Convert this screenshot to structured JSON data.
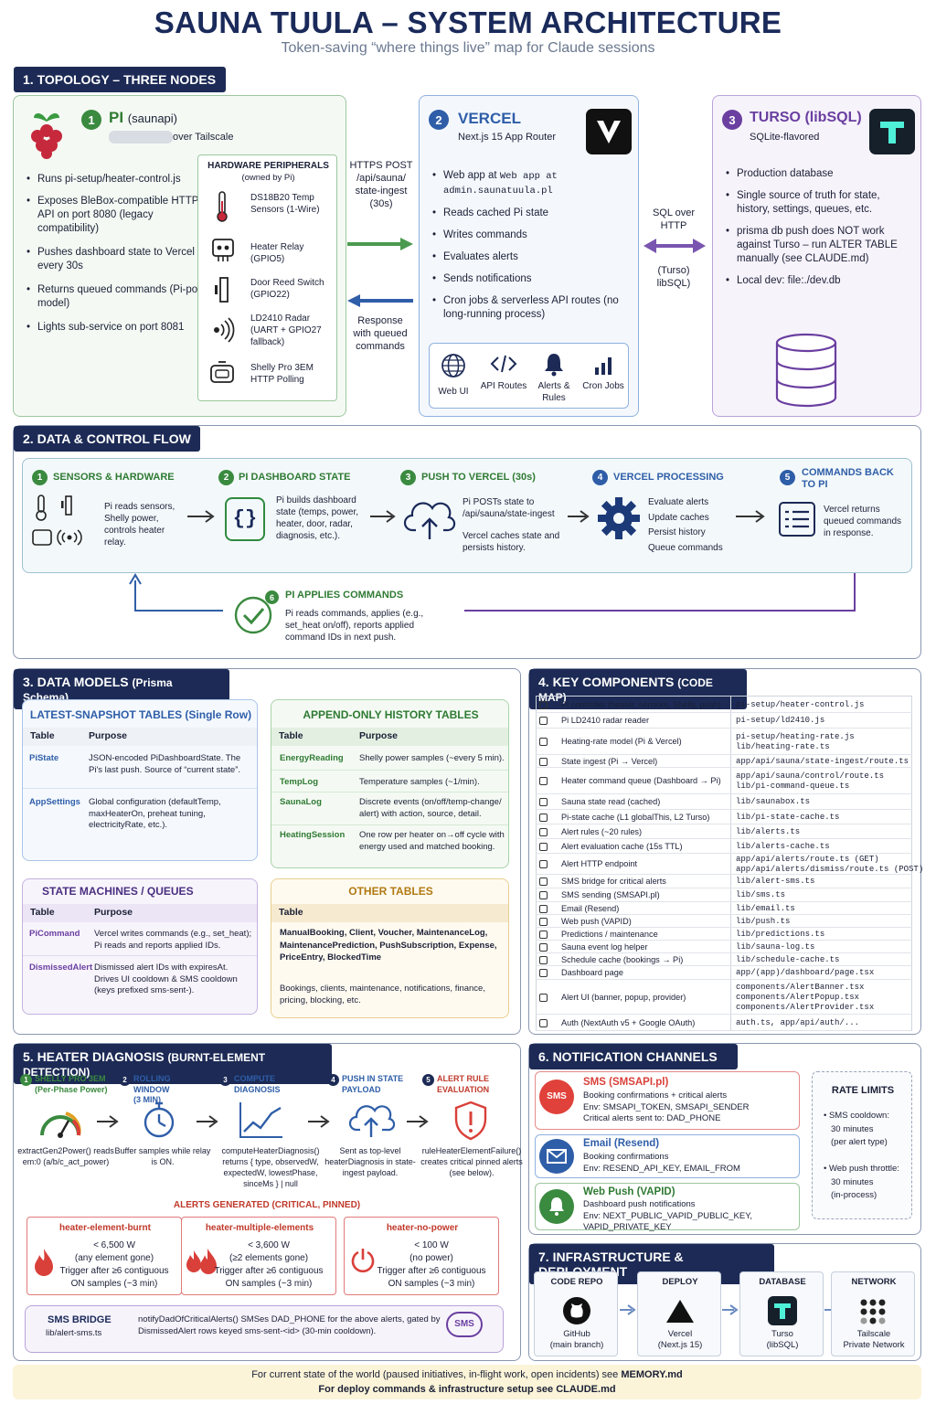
{
  "title": "SAUNA TUULA – SYSTEM ARCHITECTURE",
  "subtitle": "Token-saving “where things live” map for Claude sessions",
  "s1": {
    "header": "1. TOPOLOGY – THREE NODES",
    "pi": {
      "num": "1",
      "name": "PI",
      "host": "(saunapi)",
      "via": "over Tailscale",
      "bullets": [
        "Runs pi-setup/heater-control.js",
        "Exposes BleBox-compatible HTTP API on port 8080 (legacy compatibility)",
        "Pushes dashboard state to Vercel every 30s",
        "Returns queued commands (Pi-poll model)",
        "Lights sub-service on port 8081"
      ],
      "hw_title": "HARDWARE PERIPHERALS",
      "hw_sub": "(owned by Pi)",
      "hw": [
        {
          "icon": "thermometer-icon",
          "text": "DS18B20 Temp Sensors (1-Wire)"
        },
        {
          "icon": "relay-icon",
          "text": "Heater Relay (GPIO5)"
        },
        {
          "icon": "door-icon",
          "text": "Door Reed Switch (GPIO22)"
        },
        {
          "icon": "radar-icon",
          "text": "LD2410 Radar (UART + GPIO27 fallback)"
        },
        {
          "icon": "shelly-icon",
          "text": "Shelly Pro 3EM HTTP Polling"
        }
      ]
    },
    "link1": {
      "top": "HTTPS POST /api/sauna/ state-ingest (30s)",
      "bottom": "Response with queued commands"
    },
    "vercel": {
      "num": "2",
      "name": "VERCEL",
      "sub": "Next.js 15 App Router",
      "bullets": [
        "Web app at admin.saunatuula.pl",
        "Reads cached Pi state",
        "Writes commands",
        "Evaluates alerts",
        "Sends notifications",
        "Cron jobs & serverless API routes (no long-running process)"
      ],
      "icons": [
        {
          "icon": "globe-icon",
          "label": "Web UI"
        },
        {
          "icon": "code-icon",
          "label": "API Routes"
        },
        {
          "icon": "bell-icon",
          "label": "Alerts & Rules"
        },
        {
          "icon": "chart-icon",
          "label": "Cron Jobs"
        }
      ]
    },
    "link2": {
      "top": "SQL over HTTP",
      "bottom": "(Turso) libSQL)"
    },
    "turso": {
      "num": "3",
      "name": "TURSO",
      "tag": "(libSQL)",
      "sub": "SQLite-flavored",
      "bullets": [
        "Production database",
        "Single source of truth for state, history, settings, queues, etc.",
        "prisma db push does NOT work against Turso – run ALTER TABLE manually (see CLAUDE.md)",
        "Local dev: file:./dev.db"
      ]
    }
  },
  "s2": {
    "header": "2. DATA & CONTROL FLOW",
    "steps": [
      {
        "num": "1",
        "title": "SENSORS & HARDWARE",
        "text": "Pi reads sensors, Shelly power, controls heater relay."
      },
      {
        "num": "2",
        "title": "PI DASHBOARD STATE",
        "text": "Pi builds dashboard state (temps, power, heater, door, radar, diagnosis, etc.)."
      },
      {
        "num": "3",
        "title": "PUSH TO VERCEL (30s)",
        "text": "Pi POSTs state to /api/sauna/state-ingest",
        "text2": "Vercel caches state and persists history."
      },
      {
        "num": "4",
        "title": "VERCEL PROCESSING",
        "lines": [
          "Evaluate alerts",
          "Update caches",
          "Persist history",
          "Queue commands"
        ]
      },
      {
        "num": "5",
        "title": "COMMANDS BACK TO PI",
        "text": "Vercel returns queued commands in response."
      }
    ],
    "step6": {
      "num": "6",
      "title": "PI APPLIES COMMANDS",
      "text": "Pi reads commands, applies (e.g., set_heat on/off), reports applied command IDs in next push."
    }
  },
  "s3": {
    "header": "3. DATA MODELS",
    "header_small": "(Prisma Schema)",
    "latest": {
      "title": "LATEST-SNAPSHOT TABLES (Single Row)",
      "cols": [
        "Table",
        "Purpose"
      ],
      "rows": [
        [
          "PiState",
          "JSON-encoded PiDashboardState. The Pi's last push. Source of “current state”."
        ],
        [
          "AppSettings",
          "Global configuration (defaultTemp, maxHeaterOn, preheat tuning, electricityRate, etc.)."
        ]
      ]
    },
    "append": {
      "title": "APPEND-ONLY HISTORY TABLES",
      "cols": [
        "Table",
        "Purpose"
      ],
      "rows": [
        [
          "EnergyReading",
          "Shelly power samples (~every 5 min)."
        ],
        [
          "TempLog",
          "Temperature samples (~1/min)."
        ],
        [
          "SaunaLog",
          "Discrete events (on/off/temp-change/ alert) with action, source, detail."
        ],
        [
          "HeatingSession",
          "One row per heater on→off cycle with energy used and matched booking."
        ]
      ]
    },
    "state": {
      "title": "STATE MACHINES / QUEUES",
      "cols": [
        "Table",
        "Purpose"
      ],
      "rows": [
        [
          "PiCommand",
          "Vercel writes commands (e.g., set_heat); Pi reads and reports applied IDs."
        ],
        [
          "DismissedAlert",
          "Dismissed alert IDs with expiresAt. Drives UI cooldown & SMS cooldown (keys prefixed sms-sent-)."
        ]
      ]
    },
    "other": {
      "title": "OTHER TABLES",
      "col": "Table",
      "list": "ManualBooking, Client, Voucher, MaintenanceLog, MaintenancePrediction, PushSubscription, Expense, PriceEntry, BlockedTime",
      "desc": "Bookings, clients, maintenance, notifications, finance, pricing, blocking, etc."
    }
  },
  "s4": {
    "header": "4. KEY COMPONENTS",
    "header_small": "(CODE MAP)",
    "rows": [
      [
        "Pi controller (heater, sensors, Shelly, push)",
        "pi-setup/heater-control.js"
      ],
      [
        "Pi LD2410 radar reader",
        "pi-setup/ld2410.js"
      ],
      [
        "Heating-rate model (Pi & Vercel)",
        "pi-setup/heating-rate.js\nlib/heating-rate.ts"
      ],
      [
        "State ingest (Pi → Vercel)",
        "app/api/sauna/state-ingest/route.ts"
      ],
      [
        "Heater command queue (Dashboard → Pi)",
        "app/api/sauna/control/route.ts\nlib/pi-command-queue.ts"
      ],
      [
        "Sauna state read (cached)",
        "lib/saunabox.ts"
      ],
      [
        "Pi-state cache (L1 globalThis, L2 Turso)",
        "lib/pi-state-cache.ts"
      ],
      [
        "Alert rules (~20 rules)",
        "lib/alerts.ts"
      ],
      [
        "Alert evaluation cache (15s TTL)",
        "lib/alerts-cache.ts"
      ],
      [
        "Alert HTTP endpoint",
        "app/api/alerts/route.ts (GET)\napp/api/alerts/dismiss/route.ts (POST)"
      ],
      [
        "SMS bridge for critical alerts",
        "lib/alert-sms.ts"
      ],
      [
        "SMS sending (SMSAPI.pl)",
        "lib/sms.ts"
      ],
      [
        "Email (Resend)",
        "lib/email.ts"
      ],
      [
        "Web push (VAPID)",
        "lib/push.ts"
      ],
      [
        "Predictions / maintenance",
        "lib/predictions.ts"
      ],
      [
        "Sauna event log helper",
        "lib/sauna-log.ts"
      ],
      [
        "Schedule cache (bookings → Pi)",
        "lib/schedule-cache.ts"
      ],
      [
        "Dashboard page",
        "app/(app)/dashboard/page.tsx"
      ],
      [
        "Alert UI (banner, popup, provider)",
        "components/AlertBanner.tsx\ncomponents/AlertPopup.tsx\ncomponents/AlertProvider.tsx"
      ],
      [
        "Auth (NextAuth v5 + Google OAuth)",
        "auth.ts, app/api/auth/..."
      ]
    ]
  },
  "s5": {
    "header": "5. HEATER DIAGNOSIS",
    "header_small": "(BURNT-ELEMENT DETECTION)",
    "steps": [
      {
        "num": "1",
        "title": "SHELLY PRO 3EM",
        "title2": "(Per-Phase Power)",
        "text": "extractGen2Power() reads em:0 (a/b/c_act_power)"
      },
      {
        "num": "2",
        "title": "ROLLING WINDOW",
        "title2": "(3 MIN)",
        "text": "Buffer samples while relay is ON."
      },
      {
        "num": "3",
        "title": "COMPUTE",
        "title2": "DIAGNOSIS",
        "text": "computeHeaterDiagnosis() returns { type, observedW, expectedW, lowestPhase, sinceMs } | null"
      },
      {
        "num": "4",
        "title": "PUSH IN STATE",
        "title2": "PAYLOAD",
        "text": "Sent as top-level heaterDiagnosis in state-ingest payload."
      },
      {
        "num": "5",
        "title": "ALERT RULE",
        "title2": "EVALUATION",
        "text": "ruleHeaterElementFailure() creates critical pinned alerts (see below)."
      }
    ],
    "alerts_title": "ALERTS GENERATED (CRITICAL, PINNED)",
    "alerts": [
      {
        "name": "heater-element-burnt",
        "lines": [
          "< 6,500 W",
          "(any element gone)",
          "Trigger after ≥6 contiguous",
          "ON samples (~3 min)"
        ]
      },
      {
        "name": "heater-multiple-elements",
        "lines": [
          "< 3,600 W",
          "(≥2 elements gone)",
          "Trigger after ≥6 contiguous",
          "ON samples (~3 min)"
        ]
      },
      {
        "name": "heater-no-power",
        "lines": [
          "< 100 W",
          "(no power)",
          "Trigger after ≥6 contiguous",
          "ON samples (~3 min)"
        ]
      }
    ],
    "bridge": {
      "title": "SMS BRIDGE",
      "file": "lib/alert-sms.ts",
      "text": "notifyDadOfCriticalAlerts() SMSes DAD_PHONE for the above alerts, gated by DismissedAlert rows keyed sms-sent-<id> (30-min cooldown).",
      "badge": "SMS"
    }
  },
  "s6": {
    "header": "6. NOTIFICATION CHANNELS",
    "channels": [
      {
        "title": "SMS (SMSAPI.pl)",
        "badge": "SMS",
        "lines": [
          "Booking confirmations + critical alerts",
          "Env: SMSAPI_TOKEN, SMSAPI_SENDER",
          "Critical alerts sent to: DAD_PHONE"
        ]
      },
      {
        "title": "Email (Resend)",
        "lines": [
          "Booking confirmations",
          "Env: RESEND_API_KEY, EMAIL_FROM"
        ]
      },
      {
        "title": "Web Push (VAPID)",
        "lines": [
          "Dashboard push notifications",
          "Env: NEXT_PUBLIC_VAPID_PUBLIC_KEY,",
          "VAPID_PRIVATE_KEY"
        ]
      }
    ],
    "rate": {
      "title": "RATE LIMITS",
      "items": [
        {
          "a": "SMS cooldown:",
          "b": "30 minutes",
          "c": "(per alert type)"
        },
        {
          "a": "Web push throttle:",
          "b": "30 minutes",
          "c": "(in-process)"
        }
      ]
    }
  },
  "s7": {
    "header": "7. INFRASTRUCTURE & DEPLOYMENT",
    "items": [
      {
        "h": "CODE REPO",
        "icon": "github-icon",
        "a": "GitHub",
        "b": "(main branch)"
      },
      {
        "h": "DEPLOY",
        "icon": "vercel-icon",
        "a": "Vercel",
        "b": "(Next.js 15)"
      },
      {
        "h": "DATABASE",
        "icon": "turso-icon",
        "a": "Turso",
        "b": "(libSQL)"
      },
      {
        "h": "NETWORK",
        "icon": "tailscale-icon",
        "a": "Tailscale",
        "b": "Private Network"
      }
    ]
  },
  "footer": {
    "l1a": "For current state of the world (paused initiatives, in-flight work, open incidents) see ",
    "l1b": "MEMORY.md",
    "l2": "For deploy commands & infrastructure setup see CLAUDE.md"
  },
  "colors": {
    "navy": "#1c2a55",
    "green": "#3a8a3f",
    "blue": "#2f5ea8",
    "purple": "#6a3fa0",
    "red": "#d9403a"
  }
}
